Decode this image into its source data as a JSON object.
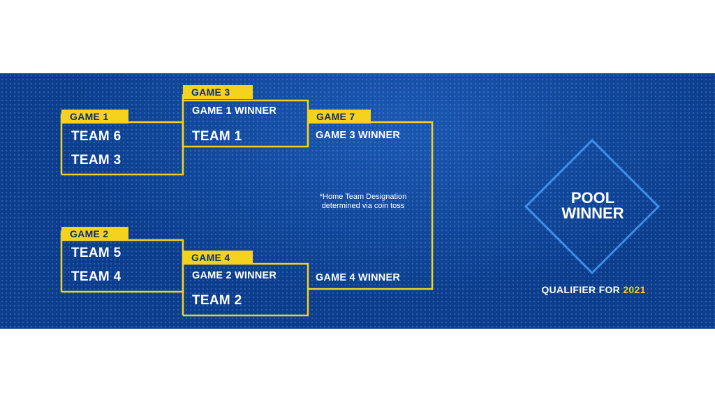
{
  "games": {
    "game1": {
      "label": "GAME 1",
      "teams": [
        "TEAM 6",
        "TEAM 3"
      ]
    },
    "game2": {
      "label": "GAME 2",
      "teams": [
        "TEAM 5",
        "TEAM 4"
      ]
    },
    "game3": {
      "label": "GAME 3",
      "entrants": [
        "GAME 1 WINNER",
        "TEAM 1"
      ]
    },
    "game4": {
      "label": "GAME 4",
      "entrants": [
        "GAME 2 WINNER",
        "TEAM 2"
      ]
    },
    "game7": {
      "label": "GAME 7",
      "entrants": [
        "GAME 3 WINNER",
        "GAME 4 WINNER"
      ]
    }
  },
  "note": {
    "line1": "*Home Team Designation",
    "line2": "determined via coin toss"
  },
  "pool_winner": {
    "line1": "POOL",
    "line2": "WINNER"
  },
  "qualifier": {
    "text": "QUALIFIER FOR",
    "year": "2021"
  },
  "colors": {
    "background": "#0b3d8c",
    "accent": "#f5d21e",
    "text": "#ffffff"
  }
}
